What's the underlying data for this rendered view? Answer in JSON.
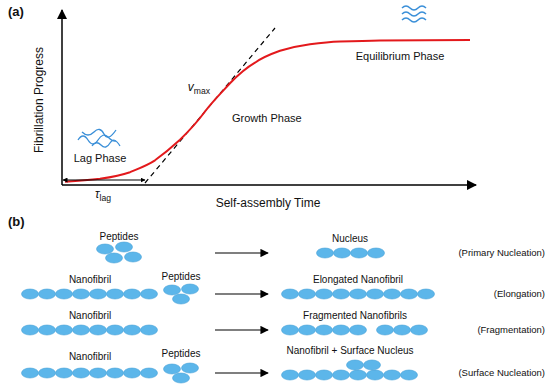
{
  "diagram": {
    "labels": [
      "(a)",
      "Fibrillation Progress",
      "Self-assembly Time",
      "Lag Phase",
      "τlag",
      "vmax",
      "Growth Phase",
      "Equilibrium Phase",
      "(b)",
      "Peptides",
      "Nucleus",
      "(Primary Nucleation)",
      "Nanofibril",
      "Peptides",
      "Elongated Nanofibril",
      "(Elongation)",
      "Nanofibril",
      "Fragmented Nanofibrils",
      "(Fragmentation)",
      "Nanofibril",
      "Peptides",
      "Nanofibril + Surface Nucleus",
      "(Surface Nucleation)"
    ]
  }
}
